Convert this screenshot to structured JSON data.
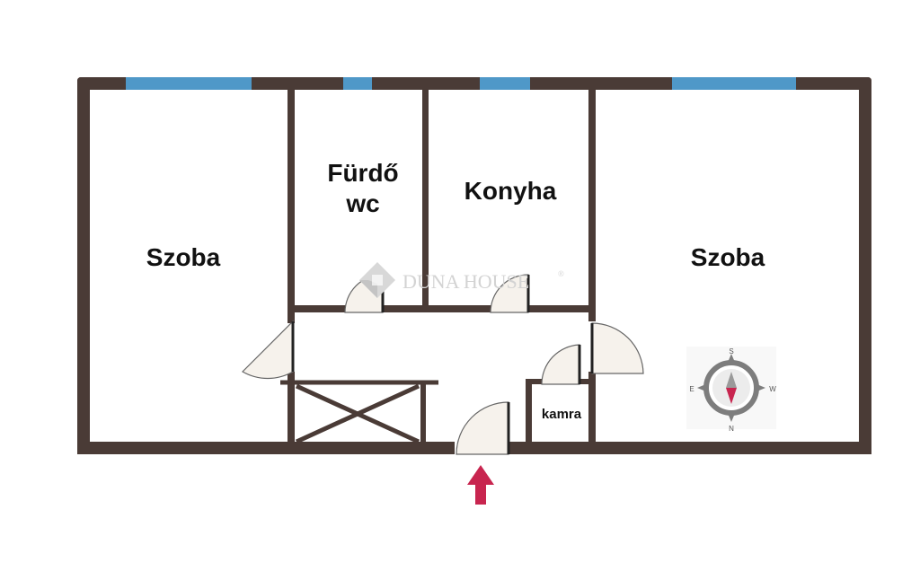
{
  "rooms": {
    "left": "Szoba",
    "bathroom_line1": "Fürdő",
    "bathroom_line2": "wc",
    "kitchen": "Konyha",
    "right": "Szoba",
    "pantry": "kamra"
  },
  "watermark": {
    "text": "DUNA HOUSE",
    "registered": "®"
  },
  "compass": {
    "top": "S",
    "bottom": "N",
    "left": "E",
    "right": "W"
  },
  "colors": {
    "wall": "#4a3b36",
    "window": "#4f98c8",
    "door_fill": "#f6f2ec",
    "entrance_arrow": "#c8254f"
  }
}
